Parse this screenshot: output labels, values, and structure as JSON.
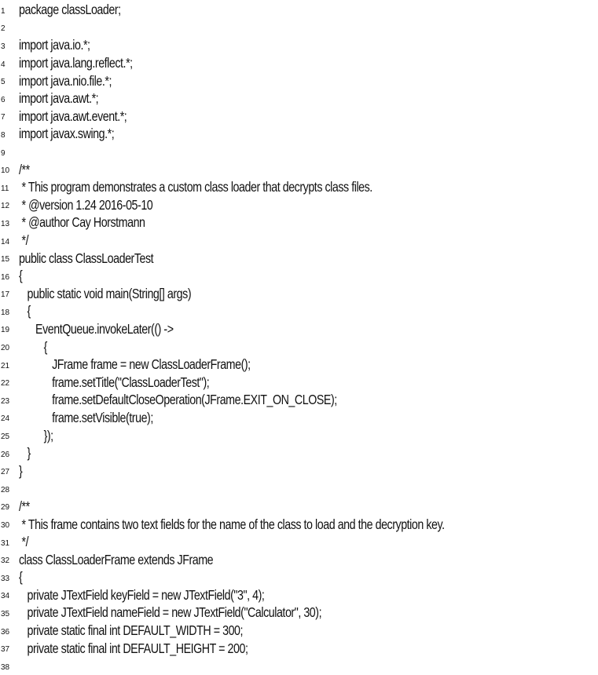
{
  "code": {
    "lines": [
      {
        "number": "1",
        "text": "package classLoader;"
      },
      {
        "number": "2",
        "text": ""
      },
      {
        "number": "3",
        "text": "import java.io.*;"
      },
      {
        "number": "4",
        "text": "import java.lang.reflect.*;"
      },
      {
        "number": "5",
        "text": "import java.nio.file.*;"
      },
      {
        "number": "6",
        "text": "import java.awt.*;"
      },
      {
        "number": "7",
        "text": "import java.awt.event.*;"
      },
      {
        "number": "8",
        "text": "import javax.swing.*;"
      },
      {
        "number": "9",
        "text": ""
      },
      {
        "number": "10",
        "text": "/**"
      },
      {
        "number": "11",
        "text": " * This program demonstrates a custom class loader that decrypts class files."
      },
      {
        "number": "12",
        "text": " * @version 1.24 2016-05-10"
      },
      {
        "number": "13",
        "text": " * @author Cay Horstmann"
      },
      {
        "number": "14",
        "text": " */"
      },
      {
        "number": "15",
        "text": "public class ClassLoaderTest"
      },
      {
        "number": "16",
        "text": "{"
      },
      {
        "number": "17",
        "text": "   public static void main(String[] args)"
      },
      {
        "number": "18",
        "text": "   {"
      },
      {
        "number": "19",
        "text": "      EventQueue.invokeLater(() ->"
      },
      {
        "number": "20",
        "text": "         {"
      },
      {
        "number": "21",
        "text": "            JFrame frame = new ClassLoaderFrame();"
      },
      {
        "number": "22",
        "text": "            frame.setTitle(\"ClassLoaderTest\");"
      },
      {
        "number": "23",
        "text": "            frame.setDefaultCloseOperation(JFrame.EXIT_ON_CLOSE);"
      },
      {
        "number": "24",
        "text": "            frame.setVisible(true);"
      },
      {
        "number": "25",
        "text": "         });"
      },
      {
        "number": "26",
        "text": "   }"
      },
      {
        "number": "27",
        "text": "}"
      },
      {
        "number": "28",
        "text": ""
      },
      {
        "number": "29",
        "text": "/**"
      },
      {
        "number": "30",
        "text": " * This frame contains two text fields for the name of the class to load and the decryption key."
      },
      {
        "number": "31",
        "text": " */"
      },
      {
        "number": "32",
        "text": "class ClassLoaderFrame extends JFrame"
      },
      {
        "number": "33",
        "text": "{"
      },
      {
        "number": "34",
        "text": "   private JTextField keyField = new JTextField(\"3\", 4);"
      },
      {
        "number": "35",
        "text": "   private JTextField nameField = new JTextField(\"Calculator\", 30);"
      },
      {
        "number": "36",
        "text": "   private static final int DEFAULT_WIDTH = 300;"
      },
      {
        "number": "37",
        "text": "   private static final int DEFAULT_HEIGHT = 200;"
      },
      {
        "number": "38",
        "text": ""
      }
    ]
  }
}
